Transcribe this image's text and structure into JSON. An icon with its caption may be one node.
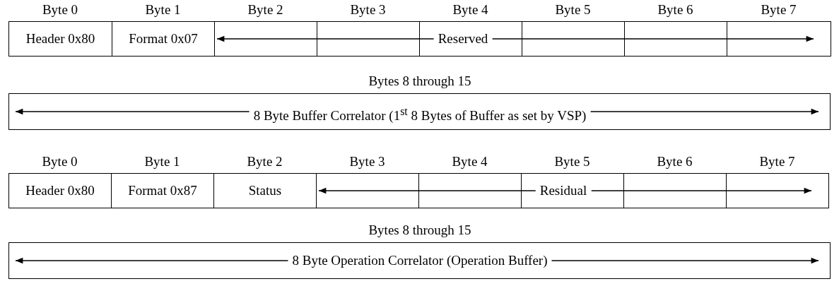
{
  "diagram": {
    "labels": [
      "Byte 0",
      "Byte 1",
      "Byte 2",
      "Byte 3",
      "Byte 4",
      "Byte 5",
      "Byte 6",
      "Byte 7",
      "Header 0x80",
      "Format 0x07",
      "Reserved",
      "Bytes 8 through 15",
      "8 Byte Buffer Correlator (1$^{st}$ 8 Bytes of Buffer as set by VSP)",
      "Byte 0",
      "Byte 1",
      "Byte 2",
      "Byte 3",
      "Byte 4",
      "Byte 5",
      "Byte 6",
      "Byte 7",
      "Header 0x80",
      "Format 0x87",
      "Status",
      "Residual",
      "Bytes 8 through 15",
      "8 Byte Operation Correlator (Operation Buffer)"
    ]
  }
}
